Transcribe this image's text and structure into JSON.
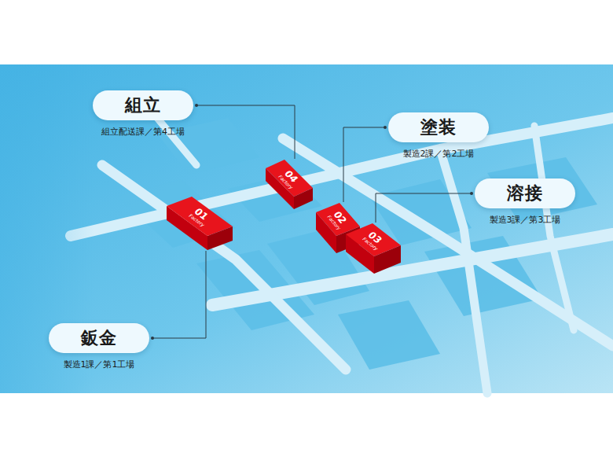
{
  "diagram": {
    "nodes": [
      {
        "text": [
          "組立",
          "組立配送課／第4工場"
        ]
      },
      {
        "text": [
          "塗装",
          "製造2課／第2工場"
        ]
      },
      {
        "text": [
          "04",
          "Factory"
        ]
      },
      {
        "text": [
          "溶接",
          "製造3課／第3工場"
        ]
      },
      {
        "text": [
          "01",
          "Factory"
        ]
      },
      {
        "text": [
          "02",
          "Factory"
        ]
      },
      {
        "text": [
          "03",
          "Factory"
        ]
      },
      {
        "text": [
          "鈑金",
          "製造1課／第1工場"
        ]
      }
    ],
    "edges": [
      {
        "from": 0,
        "to": 2,
        "arrow": "none"
      },
      {
        "from": 1,
        "to": 5,
        "arrow": "none"
      },
      {
        "from": 3,
        "to": 6,
        "arrow": "none"
      },
      {
        "from": 7,
        "to": 4,
        "arrow": "none"
      }
    ]
  }
}
